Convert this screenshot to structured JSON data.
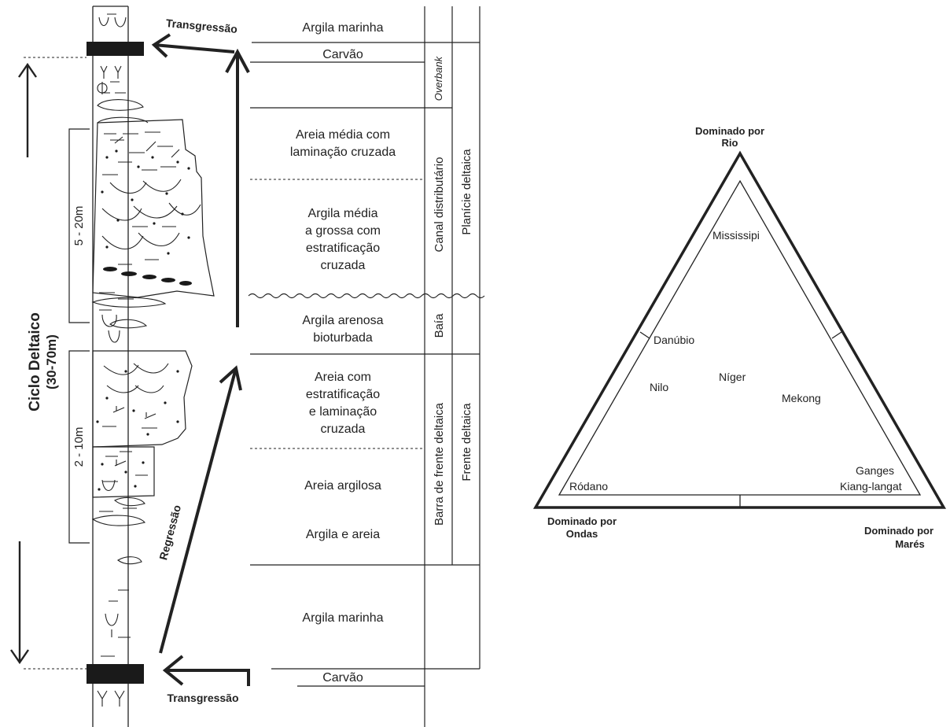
{
  "column": {
    "transgression_top": "Transgressão",
    "transgression_bottom": "Transgressão",
    "regression": "Regressão",
    "cycle_title": "Ciclo Deltaico",
    "cycle_range": "(30-70m)",
    "thickness_upper": "5 - 20m",
    "thickness_lower": "2 - 10m",
    "units": {
      "marine_clay_top": "Argila marinha",
      "coal_top": "Carvão",
      "sand_cross_1": "Areia média com",
      "sand_cross_2": "laminação cruzada",
      "clay_mid_1": "Argila média",
      "clay_mid_2": "a grossa com",
      "clay_mid_3": "estratificação",
      "clay_mid_4": "cruzada",
      "bay_clay_1": "Argila arenosa",
      "bay_clay_2": "bioturbada",
      "sand_strat_1": "Areia com",
      "sand_strat_2": "estratificação",
      "sand_strat_3": "e laminação",
      "sand_strat_4": "cruzada",
      "clayey_sand": "Areia argilosa",
      "clay_sand": "Argila e areia",
      "marine_clay_bottom": "Argila marinha",
      "coal_bottom": "Carvão"
    },
    "subenvironments": {
      "overbank": "Overbank",
      "channel": "Canal distributário",
      "bay": "Baía",
      "mouth_bar": "Barra de frente deltaica"
    },
    "environments": {
      "delta_plain": "Planície deltaica",
      "delta_front": "Frente deltaica"
    }
  },
  "triangle": {
    "apex_top_1": "Dominado por",
    "apex_top_2": "Rio",
    "apex_left_1": "Dominado por",
    "apex_left_2": "Ondas",
    "apex_right_1": "Dominado por",
    "apex_right_2": "Marés",
    "deltas": {
      "mississipi": "Mississipi",
      "danubio": "Danúbio",
      "nilo": "Nilo",
      "niger": "Níger",
      "mekong": "Mekong",
      "rodano": "Ródano",
      "ganges": "Ganges",
      "kiang": "Kiang-langat"
    }
  }
}
